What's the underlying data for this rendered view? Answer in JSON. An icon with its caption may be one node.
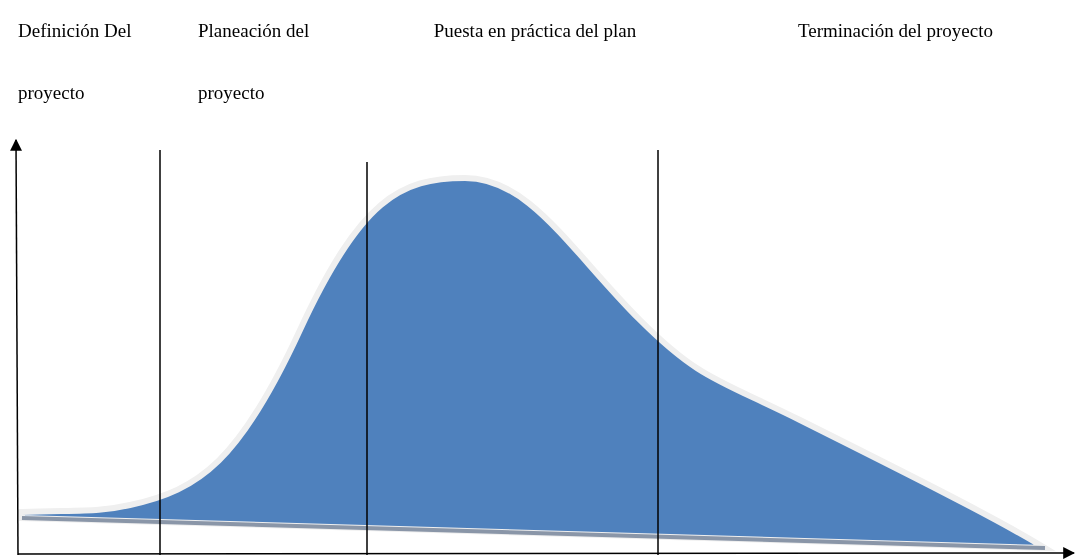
{
  "diagram": {
    "labels": [
      "Definición Del proyecto",
      "Planeación del proyecto",
      "Puesta en práctica del plan",
      "Terminación del proyecto"
    ]
  }
}
